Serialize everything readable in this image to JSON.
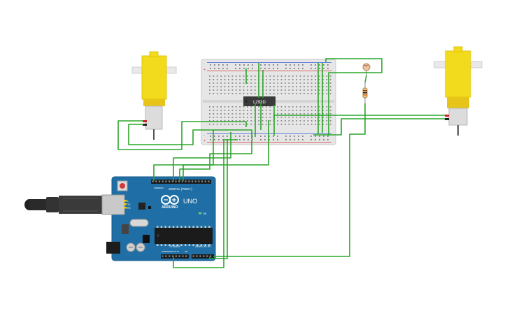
{
  "breadboard": {
    "top_rail_minus": "-",
    "top_rail_plus": "+",
    "bottom_rail_minus": "-",
    "bottom_rail_plus": "+"
  },
  "ic": {
    "label": "L293D"
  },
  "arduino": {
    "brand": "ARDUINO",
    "model": "UNO",
    "digital_header": "DIGITAL (PWM~)",
    "power_header": "POWER",
    "analog_header": "ANALOG IN",
    "on_led": "ON",
    "tx_label": "TX",
    "rx_label": "RX",
    "l_label": "L",
    "aref_label": "AREF",
    "gnd_label": "GND",
    "ioref_label": "IOREF",
    "reset_label": "RESET",
    "v33_label": "3.3V",
    "v5_label": "5V",
    "vin_label": "VIN"
  },
  "colors": {
    "wire": "#2aa52a",
    "breadboard": "#e8e8e8",
    "rail_red": "#d83a3a",
    "rail_blue": "#3a5fd8",
    "motor_yellow": "#f2da1c",
    "arduino_blue": "#1f6fa6",
    "ic_body": "#3a3a3a"
  },
  "icons": {
    "usb_cable": "usb-cable-icon",
    "dc_motor": "dc-motor-icon",
    "photoresistor": "photoresistor-icon",
    "resistor": "resistor-icon",
    "arduino_logo": "infinity-logo-icon"
  }
}
